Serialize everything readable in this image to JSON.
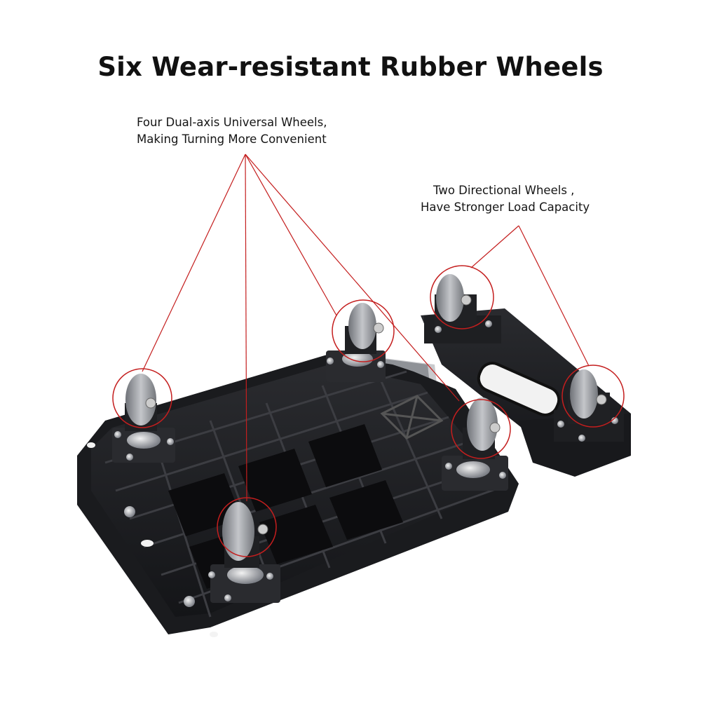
{
  "title": "Six Wear-resistant Rubber Wheels",
  "callouts": {
    "universal": {
      "line1": "Four Dual-axis Universal Wheels,",
      "line2": "Making Turning More Convenient"
    },
    "directional": {
      "line1": "Two Directional Wheels ,",
      "line2": "Have Stronger Load Capacity"
    }
  },
  "colors": {
    "callout_line": "#c41e1e",
    "platform": "#1b1c1f",
    "wheel": "#8d9096"
  }
}
